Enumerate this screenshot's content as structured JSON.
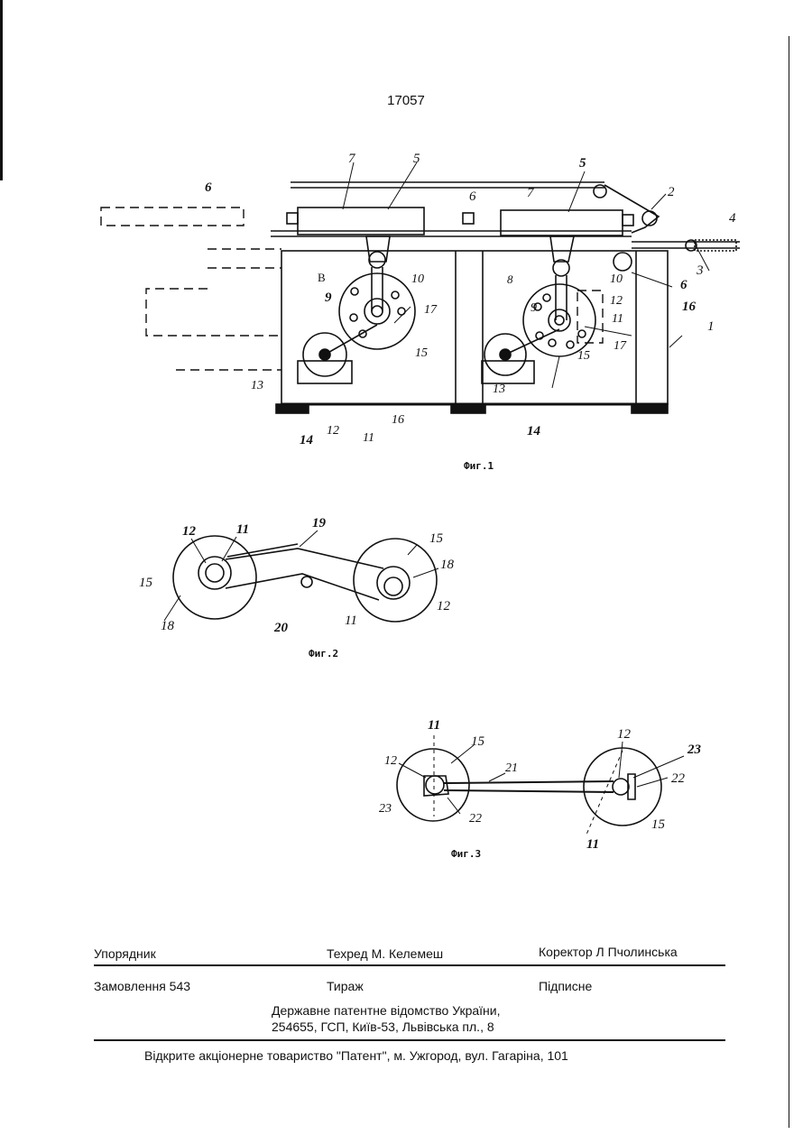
{
  "patent_number": "17057",
  "figures": {
    "fig1": {
      "caption": "Фиг.1",
      "labels": [
        "7",
        "5",
        "5",
        "2",
        "6",
        "6",
        "7",
        "4",
        "3",
        "В",
        "8",
        "10",
        "10",
        "6",
        "9",
        "9",
        "12",
        "16",
        "17",
        "11",
        "15",
        "15",
        "17",
        "1",
        "13",
        "13",
        "14",
        "12",
        "11",
        "16",
        "14"
      ]
    },
    "fig2": {
      "caption": "Фиг.2",
      "labels": [
        "19",
        "12",
        "11",
        "15",
        "15",
        "18",
        "15",
        "18",
        "20",
        "11",
        "12"
      ]
    },
    "fig3": {
      "caption": "Фиг.3",
      "labels": [
        "11",
        "15",
        "12",
        "23",
        "12",
        "21",
        "22",
        "23",
        "22",
        "11",
        "15"
      ]
    }
  },
  "imprint": {
    "compiler": "Упорядник",
    "tech_editor": "Техред М. Келемеш",
    "corrector": "Коректор Л  Пчолинська",
    "order": "Замовлення 543",
    "circulation": "Тираж",
    "subscription": "Підписне",
    "office_line1": "Державне патентне відомство України,",
    "office_line2": "254655, ГСП, Київ-53, Львівська пл., 8",
    "publisher": "Відкрите акціонерне товариство \"Патент\", м. Ужгород, вул. Гагаріна, 101"
  }
}
